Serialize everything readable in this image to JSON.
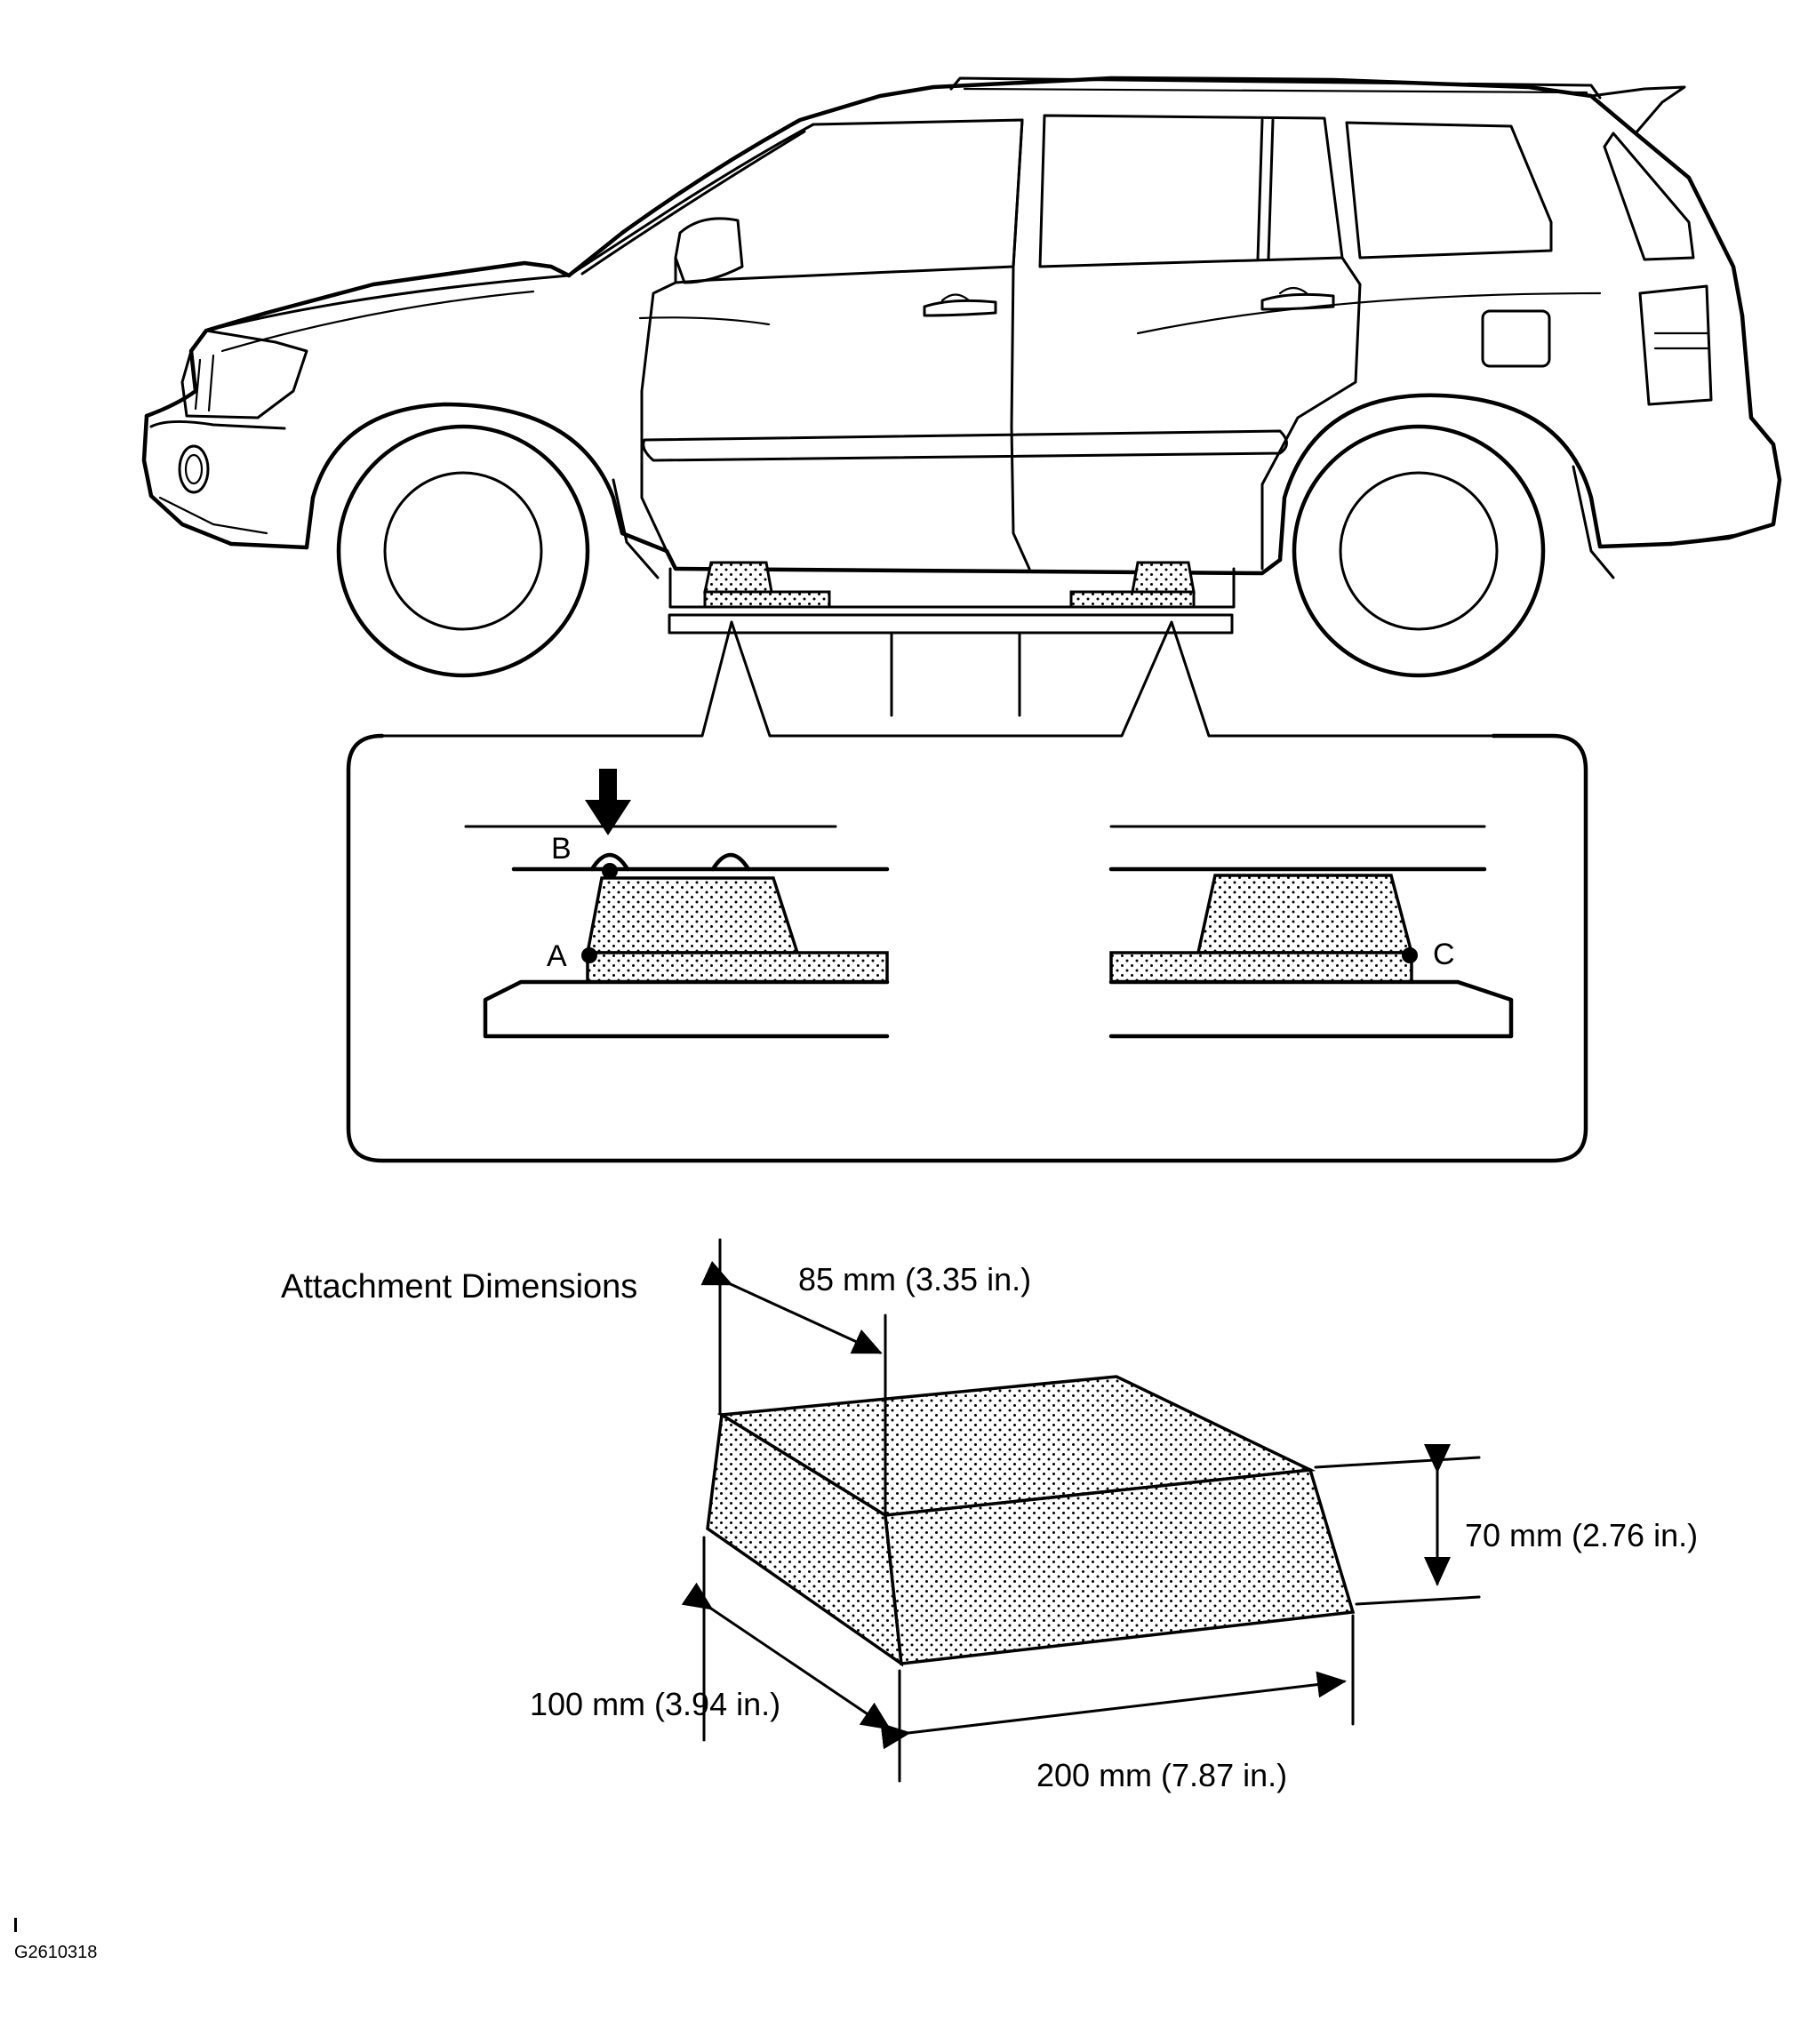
{
  "colors": {
    "ink": "#000000",
    "paper": "#ffffff"
  },
  "vehicle": {
    "icon": "suv-side-view-icon"
  },
  "detail": {
    "point_a": "A",
    "point_b": "B",
    "point_c": "C",
    "arrow_icon": "down-arrow-icon"
  },
  "attachment": {
    "title": "Attachment Dimensions",
    "depth_label": "85 mm (3.35 in.)",
    "height_label": "70 mm (2.76 in.)",
    "width_label": "100 mm (3.94 in.)",
    "length_label": "200 mm (7.87 in.)"
  },
  "footer": {
    "figure_id": "G2610318"
  }
}
